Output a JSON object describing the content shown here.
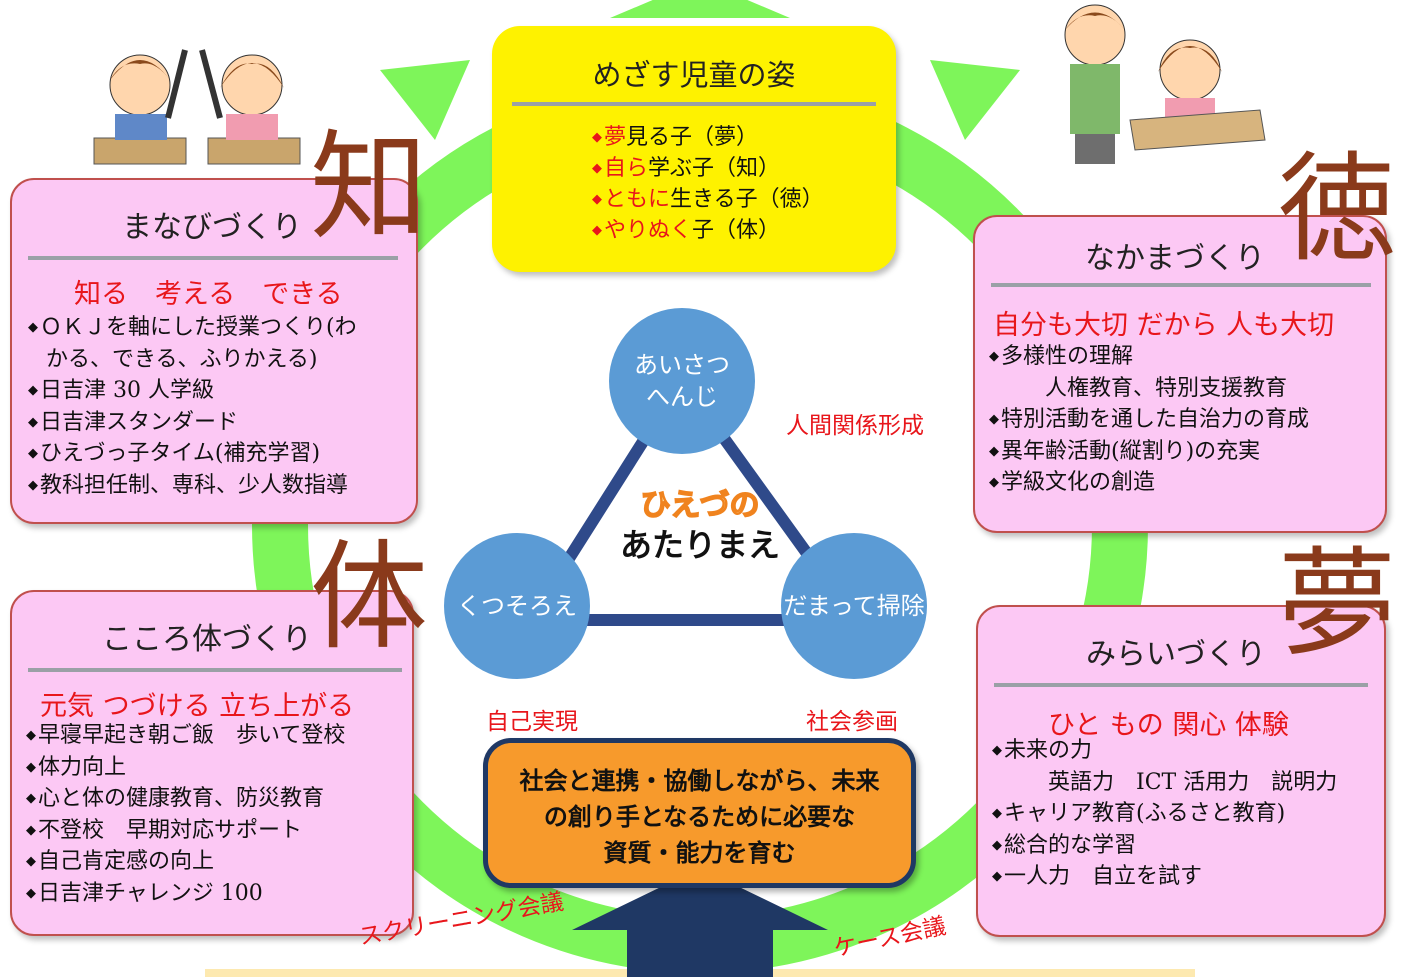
{
  "goal": {
    "title": "めざす児童の姿",
    "items": [
      {
        "red": "夢",
        "rest": "見る子（夢）"
      },
      {
        "red": "自ら",
        "rest": "学ぶ子（知）"
      },
      {
        "red": "ともに",
        "rest": "生きる子（徳）"
      },
      {
        "red": "やりぬく",
        "rest": "子（体）"
      }
    ]
  },
  "boxes": {
    "manabi": {
      "title": "まなびづくり",
      "kanji": "知",
      "subtitle": "知る　考える　できる",
      "items": [
        "ＯＫＪを軸にした授業つくり(わ",
        "かる、できる、ふりかえる)",
        "日吉津 30 人学級",
        "日吉津スタンダード",
        "ひえづっ子タイム(補充学習)",
        "教科担任制、専科、少人数指導"
      ]
    },
    "nakama": {
      "title": "なかまづくり",
      "kanji": "徳",
      "subtitle": "自分も大切  だから  人も大切",
      "items": [
        "多様性の理解",
        "人権教育、特別支援教育",
        "特別活動を通した自治力の育成",
        "異年齢活動(縦割り)の充実",
        "学級文化の創造"
      ]
    },
    "kokoro": {
      "title": "こころ体づくり",
      "kanji": "体",
      "subtitle": "元気  つづける  立ち上がる",
      "items": [
        "早寝早起き朝ご飯　歩いて登校",
        "体力向上",
        "心と体の健康教育、防災教育",
        "不登校　早期対応サポート",
        "自己肯定感の向上",
        "日吉津チャレンジ 100"
      ]
    },
    "mirai": {
      "title": "みらいづくり",
      "kanji": "夢",
      "subtitle": "ひと  もの  関心  体験",
      "items": [
        "未来の力",
        "英語力　ICT 活用力　説明力",
        "キャリア教育(ふるさと教育)",
        "総合的な学習",
        "一人力　自立を試す"
      ]
    }
  },
  "circles": {
    "top": "あいさつ\nへんじ",
    "left": "くつそろえ",
    "right": "だまって掃除"
  },
  "center": {
    "line1": "ひえづの",
    "line2": "あたりまえ"
  },
  "labels": {
    "relation": "人間関係形成",
    "self": "自己実現",
    "society": "社会参画",
    "screening": "スクリーニング会議",
    "case": "ケース会議"
  },
  "core": {
    "line1": "社会と連携・協働しながら、未来",
    "line2": "の創り手となるために必要な",
    "line3": "資質・能力を育む"
  },
  "colors": {
    "box_fill": "#fcc8f4",
    "goal_fill": "#fef200",
    "circle_fill": "#5b9bd5",
    "arrow_green": "#7ef55a",
    "kanji_brown": "#8a3a1b",
    "accent_red": "#e8161b",
    "core_fill": "#f79a2c",
    "navy": "#1f3864"
  }
}
